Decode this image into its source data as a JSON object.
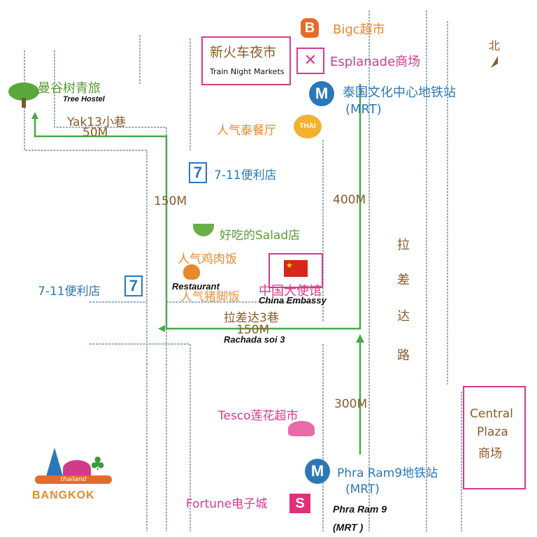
{
  "north": "北",
  "places": {
    "bigc": "Bigc超市",
    "train_night_cn": "新火车夜市",
    "train_night_en": "Train Night Markets",
    "esplanade": "Esplanade商场",
    "mrt_culture_cn": "泰国文化中心地铁站",
    "mrt_culture_en": "(MRT)",
    "tree_hostel_cn": "曼谷树青旅",
    "tree_hostel_en": "Tree Hostel",
    "yak13": "Yak13小巷",
    "yak13_dist": "50M",
    "thai_restaurant": "人气泰餐厅",
    "thai_badge": "THAI",
    "seven_top": "7-11便利店",
    "dist_150_left": "150M",
    "dist_400": "400M",
    "salad": "好吃的Salad店",
    "chicken_rice": "人气鸡肉饭",
    "pork_rice": "人气猪脚饭",
    "restaurant_en": "Restaurant",
    "seven_left": "7-11便利店",
    "embassy_cn": "中国大使馆",
    "embassy_en": "China Embassy",
    "soi3_cn": "拉差达3巷",
    "soi3_dist": "150M",
    "soi3_en": "Rachada soi 3",
    "road_vertical": [
      "拉",
      "差",
      "达",
      "路"
    ],
    "dist_300": "300M",
    "tesco": "Tesco莲花超市",
    "central_1": "Central",
    "central_2": "Plaza",
    "central_3": "商场",
    "mrt_rama9_cn": "Phra Ram9地铁站",
    "mrt_rama9_en": "(MRT)",
    "fortune": "Fortune电子城",
    "rama9_en_1": "Phra Ram 9",
    "rama9_en_2": "(MRT )",
    "logo_thailand": "thailand",
    "logo_bangkok": "BANGKOK",
    "seven_glyph": "7",
    "mrt_glyph": "M",
    "bigc_glyph": "B",
    "fortune_glyph": "S"
  },
  "colors": {
    "route": "#4aa84a",
    "road": "#9aaeb8",
    "orange": "#e8892b",
    "blue": "#2a78b8",
    "pink": "#d43a8c",
    "brown": "#8a5a2a"
  }
}
